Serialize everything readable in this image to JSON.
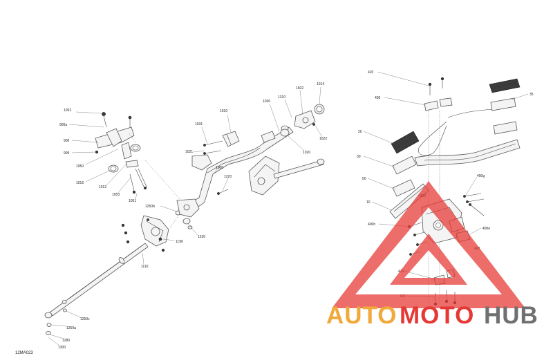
{
  "diagram_code": "12MA023",
  "left_labels": [
    {
      "id": "1052",
      "text": "1052"
    },
    {
      "id": "900a",
      "text": "900a"
    },
    {
      "id": "900",
      "text": "900"
    },
    {
      "id": "905",
      "text": "905"
    },
    {
      "id": "1050",
      "text": "1050"
    },
    {
      "id": "1016",
      "text": "1016"
    },
    {
      "id": "1012",
      "text": "1012"
    },
    {
      "id": "1053",
      "text": "1053"
    },
    {
      "id": "1051",
      "text": "1051"
    },
    {
      "id": "1010",
      "text": "1010"
    },
    {
      "id": "1031",
      "text": "1031"
    },
    {
      "id": "1021",
      "text": "1021"
    },
    {
      "id": "1030",
      "text": "1030"
    },
    {
      "id": "1310",
      "text": "1310"
    },
    {
      "id": "1602",
      "text": "1602"
    },
    {
      "id": "1014",
      "text": "1014"
    },
    {
      "id": "1022",
      "text": "1022"
    },
    {
      "id": "1020",
      "text": "1020"
    },
    {
      "id": "1000",
      "text": "1000"
    },
    {
      "id": "1220",
      "text": "1220"
    },
    {
      "id": "1250b",
      "text": "1250b"
    },
    {
      "id": "1230",
      "text": "1230"
    },
    {
      "id": "1190",
      "text": "1190"
    },
    {
      "id": "1110",
      "text": "1110"
    },
    {
      "id": "1250c",
      "text": "1250c"
    },
    {
      "id": "1250a",
      "text": "1250a"
    },
    {
      "id": "1280",
      "text": "1280"
    },
    {
      "id": "1300",
      "text": "1300"
    }
  ],
  "right_labels": [
    {
      "id": "420",
      "text": "420"
    },
    {
      "id": "405",
      "text": "405"
    },
    {
      "id": "35",
      "text": "35"
    },
    {
      "id": "20",
      "text": "20"
    },
    {
      "id": "30",
      "text": "30"
    },
    {
      "id": "400g",
      "text": "400g"
    },
    {
      "id": "50",
      "text": "50"
    },
    {
      "id": "10",
      "text": "10"
    },
    {
      "id": "400f",
      "text": "400f"
    },
    {
      "id": "400h",
      "text": "400h"
    },
    {
      "id": "400e",
      "text": "400e"
    },
    {
      "id": "400",
      "text": "400"
    },
    {
      "id": "410",
      "text": "410"
    },
    {
      "id": "430",
      "text": "430"
    }
  ],
  "watermark": {
    "part1": "AUTO",
    "part2": "MOTO",
    "part3": "HUB",
    "color_red": "#e53935",
    "color_orange": "#f2a93b",
    "color_gray": "#6f7072"
  }
}
